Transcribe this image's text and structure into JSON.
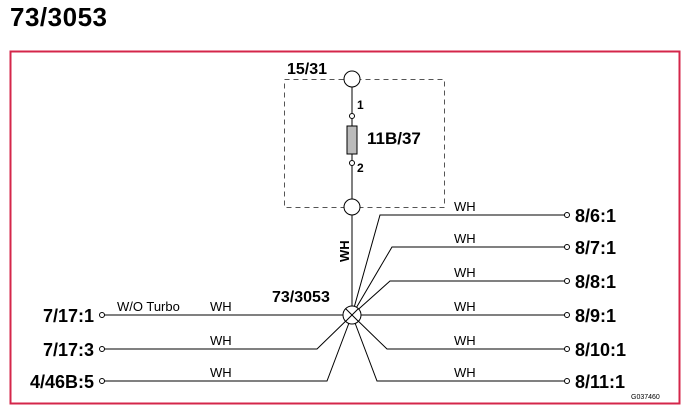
{
  "title": "73/3053",
  "colors": {
    "frame": "#d4264a",
    "wire": "#000000",
    "dashed": "#555555",
    "fuse": "#bbbbbb"
  },
  "top_node": "15/31",
  "fuse": {
    "label": "11B/37",
    "pin_top": "1",
    "pin_bottom": "2"
  },
  "vertical_wire_color": "WH",
  "splice_label": "73/3053",
  "left_conn_1": {
    "label": "7/17:1",
    "note": "W/O Turbo",
    "wire": "WH"
  },
  "left_conn_2": {
    "label": "7/17:3",
    "wire": "WH"
  },
  "left_conn_3": {
    "label": "4/46B:5",
    "wire": "WH"
  },
  "right_conn_1": {
    "label": "8/6:1",
    "wire": "WH"
  },
  "right_conn_2": {
    "label": "8/7:1",
    "wire": "WH"
  },
  "right_conn_3": {
    "label": "8/8:1",
    "wire": "WH"
  },
  "right_conn_4": {
    "label": "8/9:1",
    "wire": "WH"
  },
  "right_conn_5": {
    "label": "8/10:1",
    "wire": "WH"
  },
  "right_conn_6": {
    "label": "8/11:1",
    "wire": "WH"
  },
  "figure_code": "G037460"
}
